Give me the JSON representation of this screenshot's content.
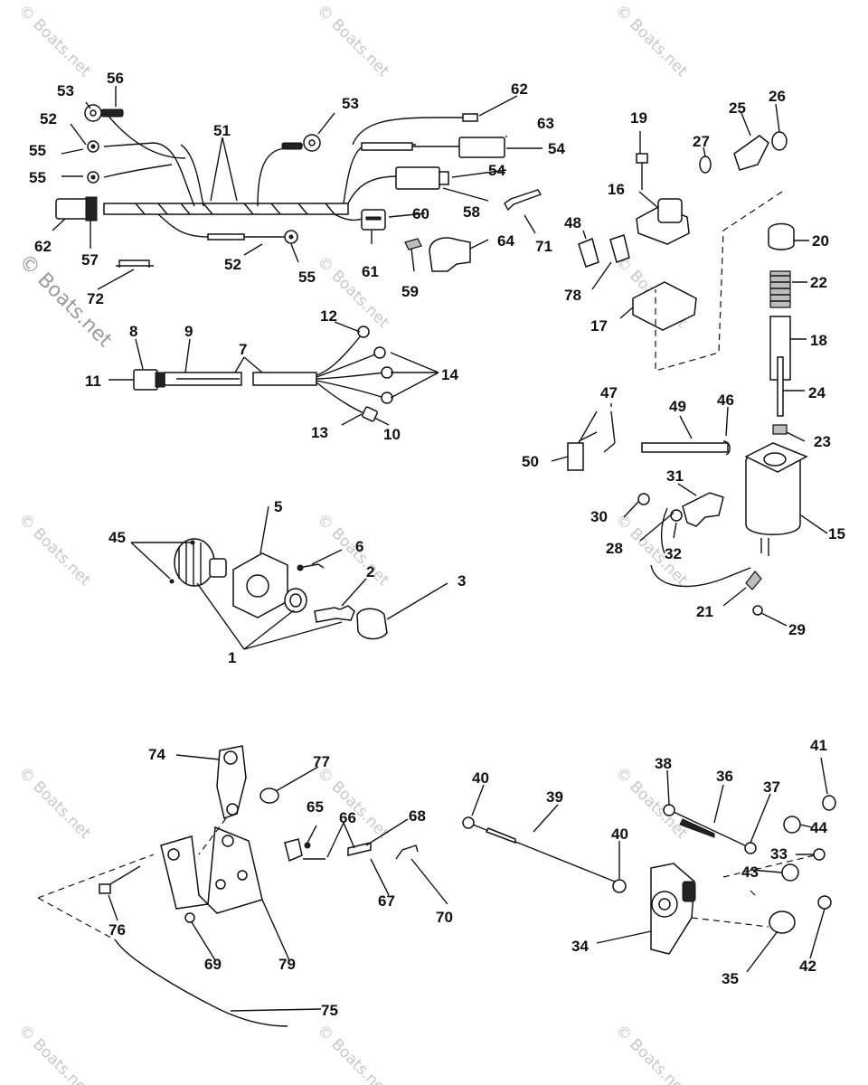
{
  "watermark_text": "© Boats.net",
  "callouts": {
    "c1": "1",
    "c2": "2",
    "c3": "3",
    "c5": "5",
    "c6": "6",
    "c7": "7",
    "c8": "8",
    "c9": "9",
    "c10": "10",
    "c11": "11",
    "c12": "12",
    "c13": "13",
    "c14": "14",
    "c15": "15",
    "c16": "16",
    "c17": "17",
    "c18": "18",
    "c19": "19",
    "c20": "20",
    "c21": "21",
    "c22": "22",
    "c23": "23",
    "c24": "24",
    "c25": "25",
    "c26": "26",
    "c27": "27",
    "c28": "28",
    "c29": "29",
    "c30": "30",
    "c31": "31",
    "c32": "32",
    "c33": "33",
    "c34": "34",
    "c35": "35",
    "c36": "36",
    "c37": "37",
    "c38": "38",
    "c39": "39",
    "c40": "40",
    "c41": "41",
    "c42": "42",
    "c43": "43",
    "c44": "44",
    "c45": "45",
    "c46": "46",
    "c47": "47",
    "c48": "48",
    "c49": "49",
    "c50": "50",
    "c51": "51",
    "c52": "52",
    "c53": "53",
    "c54": "54",
    "c55": "55",
    "c56": "56",
    "c57": "57",
    "c58": "58",
    "c59": "59",
    "c60": "60",
    "c61": "61",
    "c62": "62",
    "c63": "63",
    "c64": "64",
    "c65": "65",
    "c66": "66",
    "c67": "67",
    "c68": "68",
    "c69": "69",
    "c70": "70",
    "c71": "71",
    "c72": "72",
    "c74": "74",
    "c75": "75",
    "c76": "76",
    "c77": "77",
    "c78": "78",
    "c79": "79"
  }
}
